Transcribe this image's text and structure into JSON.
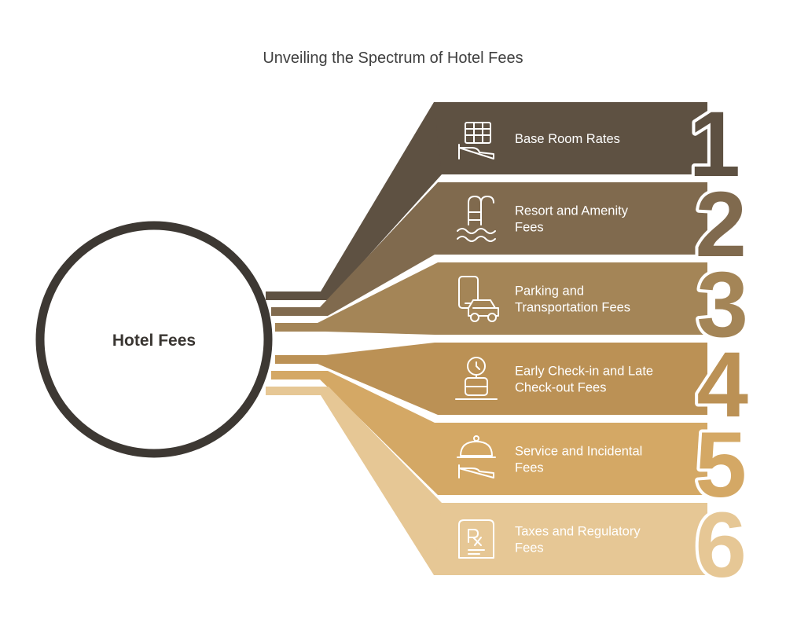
{
  "title": "Unveiling the Spectrum of Hotel Fees",
  "hub": {
    "label": "Hotel Fees",
    "color": "#3d3833"
  },
  "items": [
    {
      "number": "1",
      "lines": [
        "Base Room Rates"
      ],
      "color": "#5e5142",
      "icon": "room-rates-calendar-icon"
    },
    {
      "number": "2",
      "lines": [
        "Resort and Amenity",
        "Fees"
      ],
      "color": "#806a4e",
      "icon": "pool-ladder-icon"
    },
    {
      "number": "3",
      "lines": [
        "Parking and",
        "Transportation Fees"
      ],
      "color": "#a48557",
      "icon": "phone-car-icon"
    },
    {
      "number": "4",
      "lines": [
        "Early Check-in and Late",
        "Check-out Fees"
      ],
      "color": "#bb9155",
      "icon": "clock-luggage-icon"
    },
    {
      "number": "5",
      "lines": [
        "Service and Incidental",
        "Fees"
      ],
      "color": "#d4a865",
      "icon": "service-cloche-icon"
    },
    {
      "number": "6",
      "lines": [
        "Taxes and Regulatory",
        "Fees"
      ],
      "color": "#e6c795",
      "icon": "prescription-receipt-icon"
    }
  ]
}
